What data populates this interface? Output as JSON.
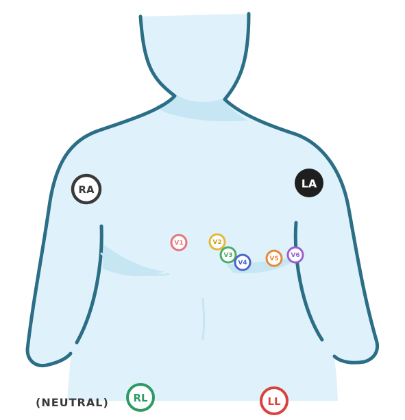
{
  "colors": {
    "skin_fill": "#dff2fb",
    "skin_shadow": "#c6e6f3",
    "outline": "#2b6e86",
    "limb_ring": "#3a3a3a",
    "la_fill": "#1f1f1f",
    "label_dark": "#3a3a3a",
    "label_light": "#ffffff",
    "v1": "#e8737a",
    "v2": "#e2b93a",
    "v3": "#4caa6a",
    "v4": "#4b66c8",
    "v5": "#e8883a",
    "v6": "#9a5fcf",
    "rl": "#2e9a62",
    "ll": "#d9423e"
  },
  "electrodes": {
    "ra": "RA",
    "la": "LA",
    "v1": "V1",
    "v2": "V2",
    "v3": "V3",
    "v4": "V4",
    "v5": "V5",
    "v6": "V6",
    "rl": "RL",
    "ll": "LL"
  },
  "rl_note": "(NEUTRAL)"
}
